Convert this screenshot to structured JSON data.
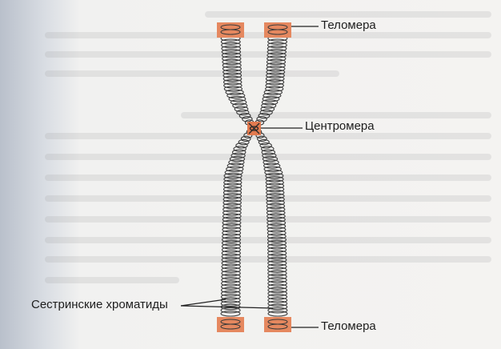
{
  "labels": {
    "top_telomere": "Теломера",
    "centromere": "Центромера",
    "sister_chromatids": "Сестринские хроматиды",
    "bottom_telomere": "Теломера"
  },
  "colors": {
    "telomere": "#e5885f",
    "centromere": "#e27a4f",
    "coil": "#3a3a3a",
    "leader": "#222222",
    "background": "#f1f1f0",
    "left_shadow": "#c9ced6"
  }
}
